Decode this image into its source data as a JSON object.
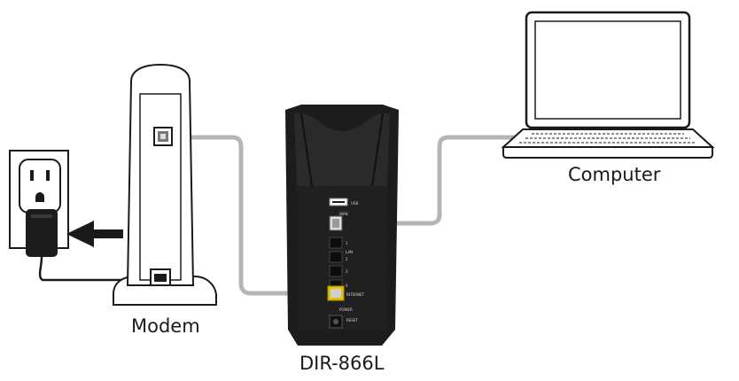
{
  "labels": {
    "modem": "Modem",
    "router": "DIR-866L",
    "computer": "Computer"
  },
  "router_ports": {
    "usb": "USB",
    "wan": "WAN",
    "lan": "LAN",
    "port_numbers": [
      "1",
      "2",
      "3",
      "4"
    ],
    "internet": "INTERNET",
    "power": "POWER",
    "reset": "RESET"
  },
  "colors": {
    "cable": "#b5b5b5",
    "router_body": "#1c1c1c",
    "internet_port": "#e2c200",
    "outline": "#1a1a1a"
  },
  "icons": [
    "power-outlet-icon",
    "power-adapter-icon",
    "arrow-left-icon",
    "ethernet-port-icon",
    "laptop-icon"
  ]
}
